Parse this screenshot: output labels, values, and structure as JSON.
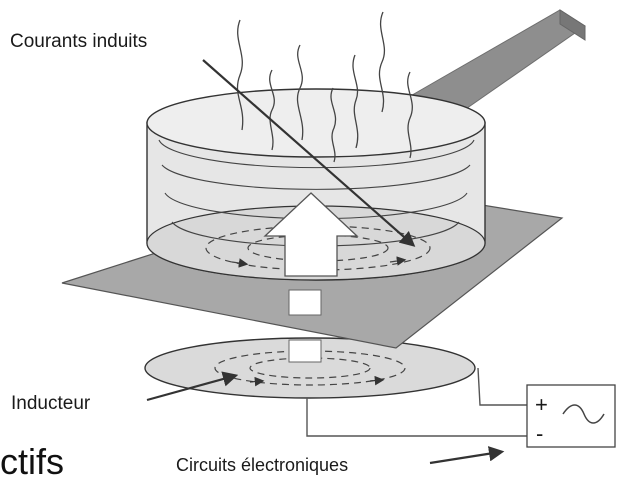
{
  "labels": {
    "induced_currents": "Courants induits",
    "inductor": "Inducteur",
    "electronic_circuits": "Circuits électroniques",
    "partial_text": "ctifs"
  },
  "power_box": {
    "plus": "+",
    "minus": "-",
    "ac_symbol": "ac-sine-icon"
  },
  "colors": {
    "plate": "#a8a8a8",
    "handle": "#8e8e8e",
    "coil": "#dadada",
    "line": "#333333",
    "background": "#ffffff"
  }
}
